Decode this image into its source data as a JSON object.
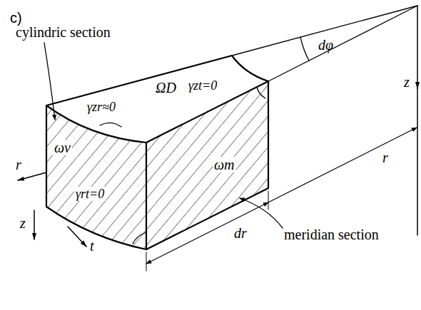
{
  "diagram": {
    "labels": [
      "c)",
      "cylindric section",
      "γzr≈0",
      "ΩD",
      "γzt=0",
      "ωv",
      "ωm",
      "γrt=0",
      "dφ",
      "r",
      "z",
      "r",
      "z",
      "t",
      "dr",
      "meridian section"
    ]
  }
}
